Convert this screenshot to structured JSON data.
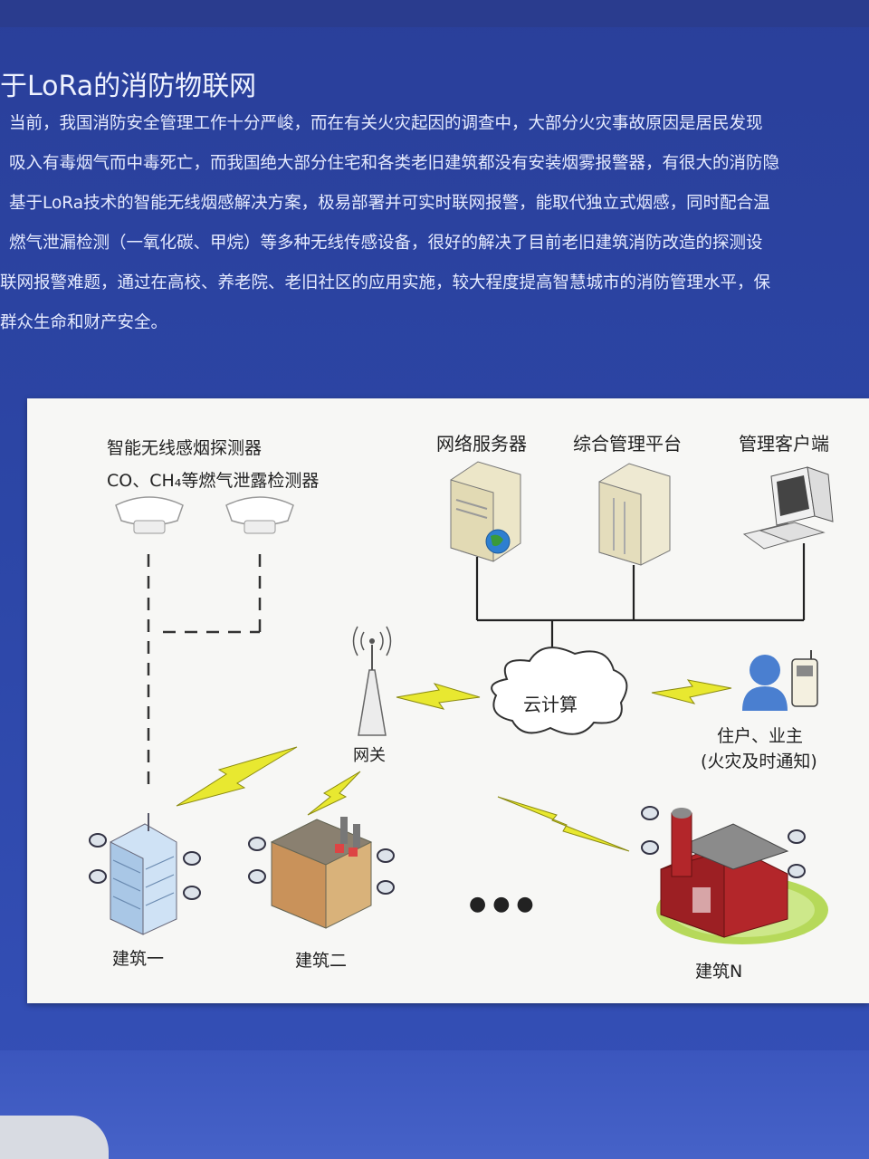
{
  "header": {
    "title": "于LoRa的消防物联网"
  },
  "intro": {
    "lines": [
      "当前，我国消防安全管理工作十分严峻，而在有关火灾起因的调查中，大部分火灾事故原因是居民发现",
      "吸入有毒烟气而中毒死亡，而我国绝大部分住宅和各类老旧建筑都没有安装烟雾报警器，有很大的消防隐",
      "基于LoRa技术的智能无线烟感解决方案，极易部署并可实时联网报警，能取代独立式烟感，同时配合温",
      "燃气泄漏检测（一氧化碳、甲烷）等多种无线传感设备，很好的解决了目前老旧建筑消防改造的探测设",
      "联网报警难题，通过在高校、养老院、老旧社区的应用实施，较大程度提高智慧城市的消防管理水平，保",
      "群众生命和财产安全。"
    ]
  },
  "diagram": {
    "detectors_label_1": "智能无线感烟探测器",
    "detectors_label_2": "CO、CH₄等燃气泄露检测器",
    "server_label": "网络服务器",
    "platform_label": "综合管理平台",
    "client_label": "管理客户端",
    "gateway_label": "网关",
    "cloud_label": "云计算",
    "resident_label_1": "住户、业主",
    "resident_label_2": "(火灾及时通知)",
    "building1_label": "建筑一",
    "building2_label": "建筑二",
    "buildingN_label": "建筑N",
    "ellipsis": "● ● ●",
    "colors": {
      "lightning": "#e8e830",
      "lightning_stroke": "#8a8a10",
      "person": "#4a7fd0",
      "barn": "#b3262a"
    }
  }
}
